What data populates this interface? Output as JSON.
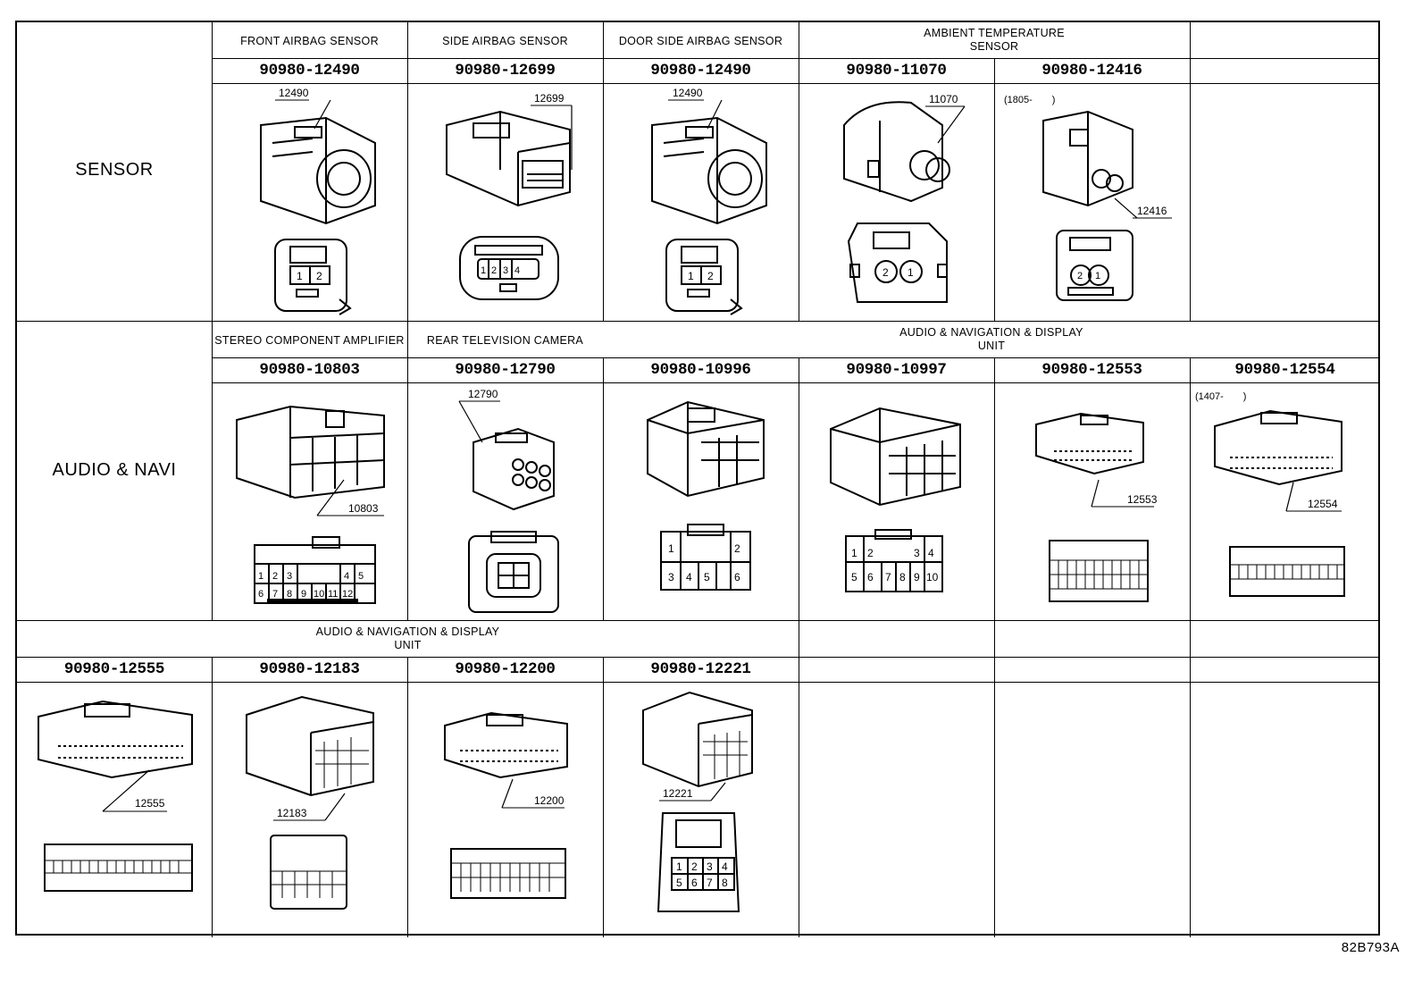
{
  "reference_code": "82B793A",
  "categories": {
    "sensor": "SENSOR",
    "audio_navi": "AUDIO & NAVI"
  },
  "row1": {
    "titles": [
      "FRONT AIRBAG SENSOR",
      "SIDE AIRBAG SENSOR",
      "DOOR SIDE AIRBAG SENSOR",
      "AMBIENT TEMPERATURE\nSENSOR"
    ],
    "parts": [
      "90980-12490",
      "90980-12699",
      "90980-12490",
      "90980-11070",
      "90980-12416"
    ],
    "callouts": [
      "12490",
      "12699",
      "12490",
      "11070",
      "12416"
    ],
    "date_note": "(1805-　　)"
  },
  "row2": {
    "titles": [
      "STEREO COMPONENT AMPLIFIER",
      "REAR TELEVISION CAMERA",
      "AUDIO & NAVIGATION & DISPLAY\nUNIT"
    ],
    "parts": [
      "90980-10803",
      "90980-12790",
      "90980-10996",
      "90980-10997",
      "90980-12553",
      "90980-12554"
    ],
    "callouts": [
      "10803",
      "12790",
      "12553",
      "12554"
    ],
    "date_note": "(1407-　　)"
  },
  "row3": {
    "titles": [
      "AUDIO & NAVIGATION & DISPLAY\nUNIT"
    ],
    "parts": [
      "90980-12555",
      "90980-12183",
      "90980-12200",
      "90980-12221"
    ],
    "callouts": [
      "12555",
      "12183",
      "12200",
      "12221"
    ]
  },
  "pinouts": {
    "p12490": [
      "1",
      "2"
    ],
    "p12699": [
      "1",
      "2",
      "3",
      "4"
    ],
    "p11070": [
      "2",
      "1"
    ],
    "p12416": [
      "2",
      "1"
    ],
    "p10803_top": [
      "1",
      "2",
      "3",
      "4",
      "5"
    ],
    "p10803_bot": [
      "6",
      "7",
      "8",
      "9",
      "10",
      "11",
      "12"
    ],
    "p10996_top": [
      "1",
      "2"
    ],
    "p10996_bot": [
      "3",
      "4",
      "5",
      "6"
    ],
    "p10997_top": [
      "1",
      "2",
      "3",
      "4"
    ],
    "p10997_bot": [
      "5",
      "6",
      "7",
      "8",
      "9",
      "10"
    ],
    "p12221_top": [
      "1",
      "2",
      "3",
      "4"
    ],
    "p12221_bot": [
      "5",
      "6",
      "7",
      "8"
    ]
  }
}
